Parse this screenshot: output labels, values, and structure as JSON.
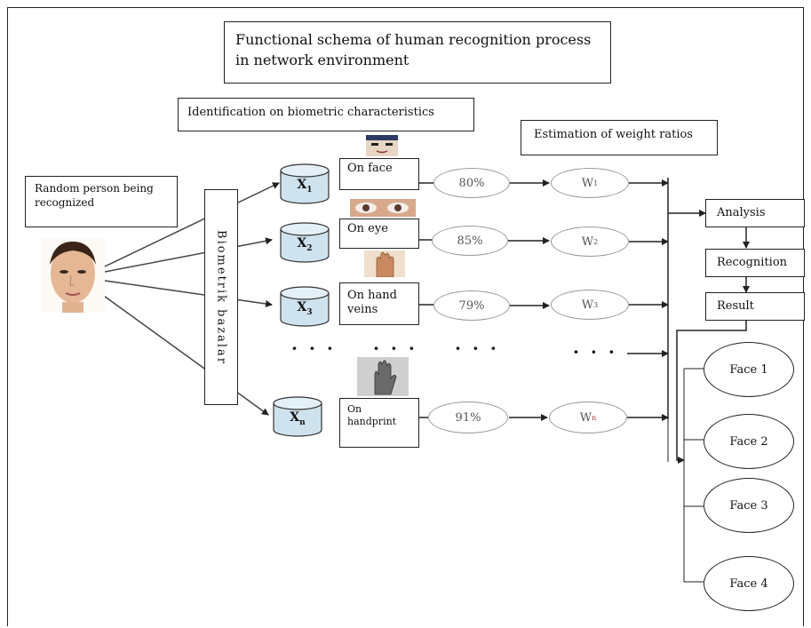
{
  "title": {
    "line1": "Functional schema of human recognition process",
    "line2": "in network environment"
  },
  "identification_label": "Identification on biometric characteristics",
  "estimation_label": "Estimation of weight ratios",
  "person_label": {
    "line1": "Random person being",
    "line2": "recognized"
  },
  "vertical_label": "Biometrik bazalar",
  "databases": [
    {
      "letter": "X",
      "sub": "1"
    },
    {
      "letter": "X",
      "sub": "2"
    },
    {
      "letter": "X",
      "sub": "3"
    },
    {
      "letter": "X",
      "sub": "n"
    }
  ],
  "methods": [
    {
      "line1": "On face",
      "line2": ""
    },
    {
      "line1": "On eye",
      "line2": ""
    },
    {
      "line1": "On hand",
      "line2": "veins"
    },
    {
      "line1": "On",
      "line2": "handprint"
    }
  ],
  "percentages": [
    "80%",
    "85%",
    "79%",
    "91%"
  ],
  "weights": [
    {
      "letter": "W",
      "sub": "1"
    },
    {
      "letter": "W",
      "sub": "2"
    },
    {
      "letter": "W",
      "sub": "3"
    },
    {
      "letter": "W",
      "sub": "n"
    }
  ],
  "ellipsis": "· · ·",
  "pipeline": {
    "analysis": "Analysis",
    "recognition": "Recognition",
    "result": "Result"
  },
  "faces": [
    "Face 1",
    "Face 2",
    "Face 3",
    "Face 4"
  ],
  "icons": {
    "person_photo": "face-photo-icon",
    "face_thumb": "face-thumbnail-icon",
    "eye_thumb": "eye-thumbnail-icon",
    "hand_thumb": "hand-thumbnail-icon",
    "handprint_thumb": "handprint-thumbnail-icon",
    "database": "database-cylinder-icon"
  },
  "colors": {
    "cylinder_fill": "#cfe3ee",
    "line": "#222222",
    "ellipse_border": "#999999"
  }
}
